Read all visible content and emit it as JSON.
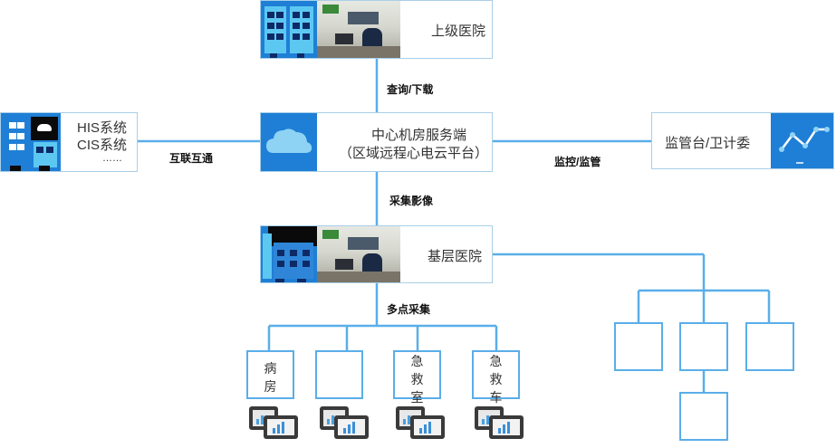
{
  "upper_hospital": {
    "label": "上级医院"
  },
  "his": {
    "line1": "HIS系统",
    "line2": "CIS系统",
    "line3": "……"
  },
  "center": {
    "line1": "中心机房服务端",
    "line2": "（区域远程心电云平台）"
  },
  "monitor": {
    "label": "监管台/卫计委"
  },
  "grassroots": {
    "label": "基层医院"
  },
  "edges": {
    "query": "查询/下载",
    "interop": "互联互通",
    "supervise": "监控/监管",
    "collect": "采集影像",
    "multipoint": "多点采集"
  },
  "points": [
    {
      "label": "病房",
      "lines": [
        "病",
        "房"
      ]
    },
    {
      "label": "",
      "lines": []
    },
    {
      "label": "急救室",
      "lines": [
        "急",
        "救",
        "室"
      ]
    },
    {
      "label": "急救车",
      "lines": [
        "急",
        "救",
        "车"
      ]
    }
  ],
  "colors": {
    "line": "#5aaee8",
    "tile": "#1f7fd6",
    "border": "#a9cfe8"
  }
}
